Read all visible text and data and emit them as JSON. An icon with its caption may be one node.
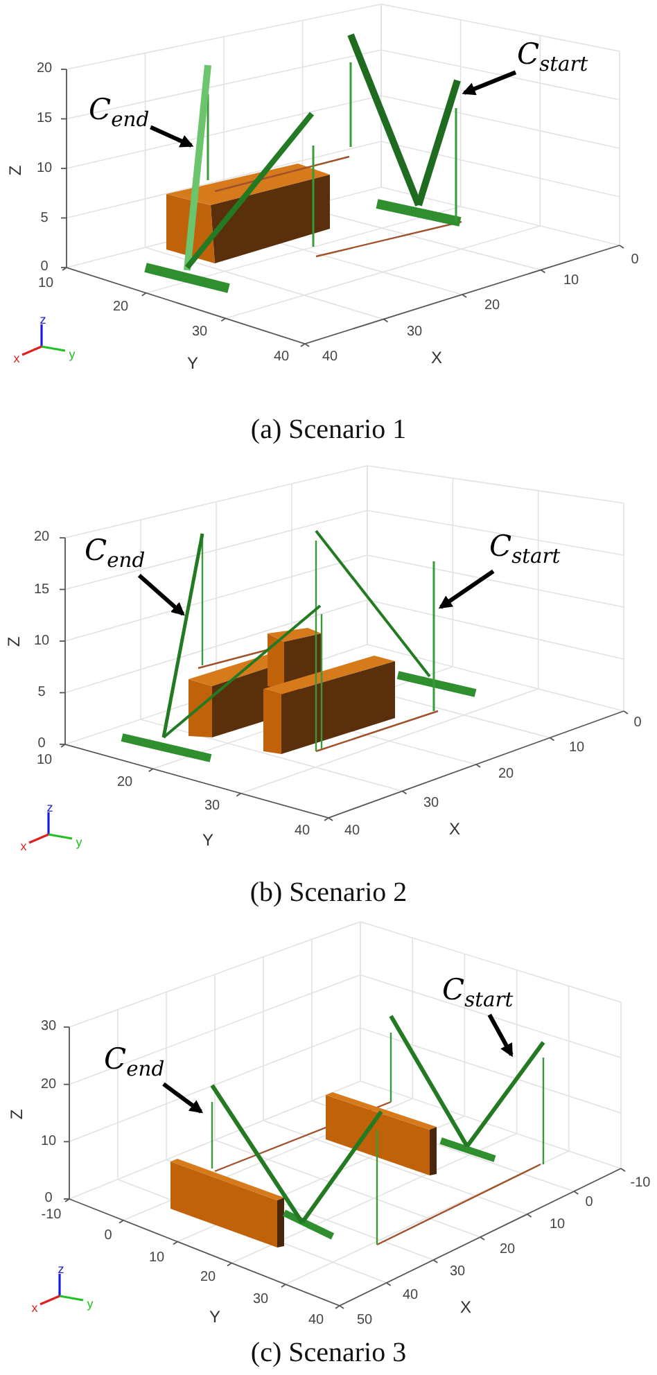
{
  "diagram": {
    "nodes": [
      {
        "text": [
          "C$_{start}$"
        ]
      },
      {
        "text": [
          "C$_{end}$"
        ]
      },
      {
        "text": [
          "C$_{end}$"
        ]
      },
      {
        "text": [
          "C$_{start}$"
        ]
      },
      {
        "text": [
          "C$_{start}$"
        ]
      },
      {
        "text": [
          "C$_{end}$"
        ]
      }
    ],
    "edges": [
      {
        "from": 0,
        "to": null,
        "arrow": "to"
      },
      {
        "from": 1,
        "to": null,
        "arrow": "to"
      },
      {
        "from": 2,
        "to": null,
        "arrow": "to"
      },
      {
        "from": 3,
        "to": null,
        "arrow": "to"
      },
      {
        "from": 4,
        "to": null,
        "arrow": "to"
      },
      {
        "from": 5,
        "to": null,
        "arrow": "to"
      }
    ],
    "labels": [
      "20",
      "15",
      "10",
      "5",
      "0",
      "Z",
      "10",
      "20",
      "30",
      "40",
      "Y",
      "40",
      "30",
      "20",
      "10",
      "0",
      "X",
      "z",
      "x",
      "y",
      "(a) Scenario 1",
      "20",
      "15",
      "10",
      "5",
      "0",
      "Z",
      "10",
      "20",
      "30",
      "40",
      "Y",
      "40",
      "30",
      "20",
      "10",
      "0",
      "X",
      "z",
      "x",
      "y",
      "(b) Scenario 2",
      "30",
      "20",
      "10",
      "0",
      "Z",
      "-10",
      "0",
      "10",
      "20",
      "30",
      "40",
      "Y",
      "50",
      "40",
      "30",
      "20",
      "10",
      "0",
      "-10",
      "X",
      "z",
      "x",
      "y",
      "(c) Scenario 3"
    ]
  }
}
